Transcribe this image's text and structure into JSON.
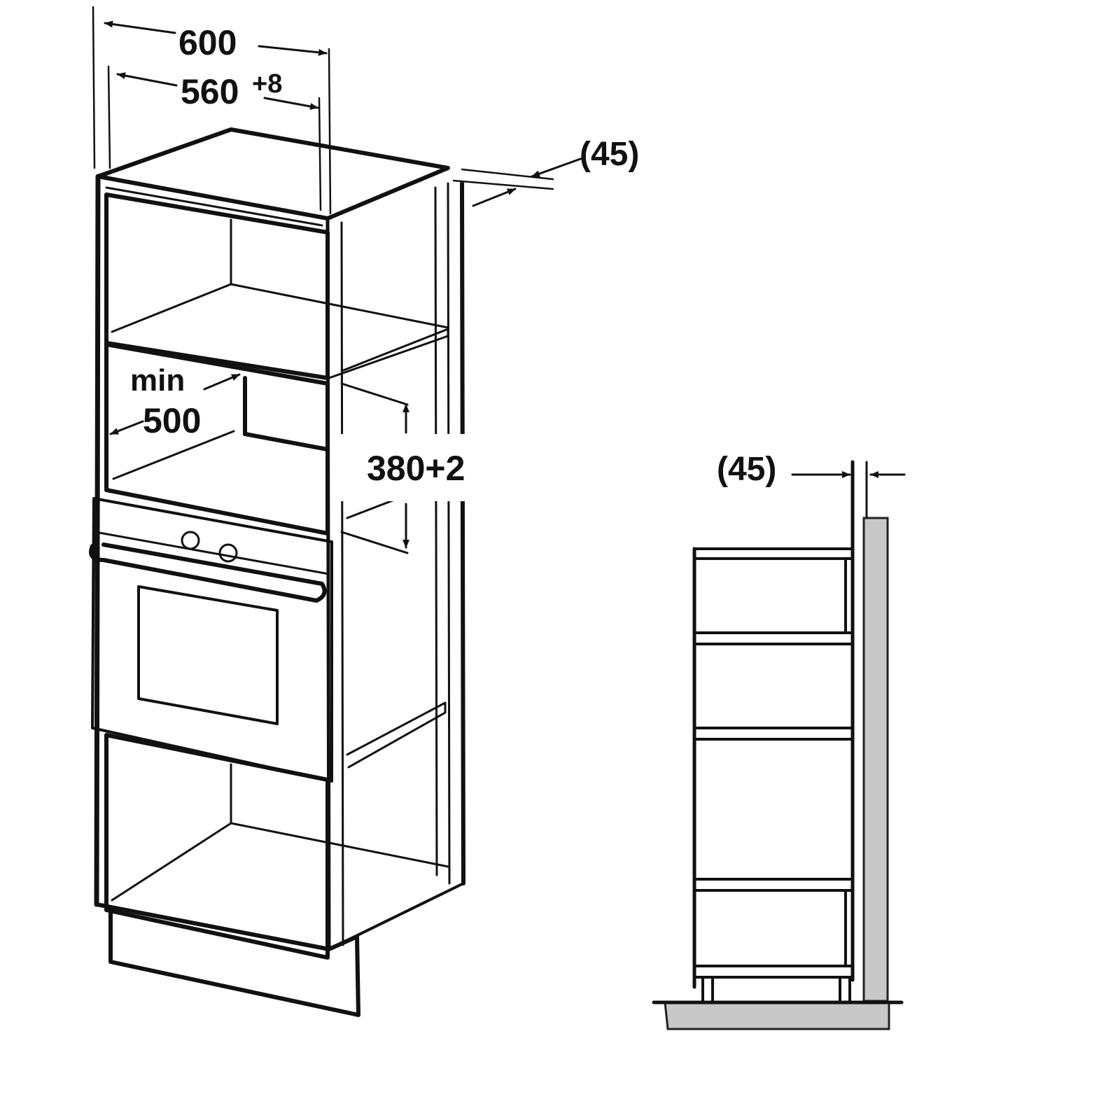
{
  "colors": {
    "line": "#111111",
    "wall_fill": "#c8c8c8",
    "background": "#ffffff"
  },
  "labels": {
    "width_outer": "600",
    "width_inner_base": "560",
    "width_inner_tolerance": "+8",
    "rear_gap_top": "(45)",
    "depth_min_word": "min",
    "depth_min_value": "500",
    "niche_height": "380+2",
    "rear_gap_side": "(45)"
  }
}
